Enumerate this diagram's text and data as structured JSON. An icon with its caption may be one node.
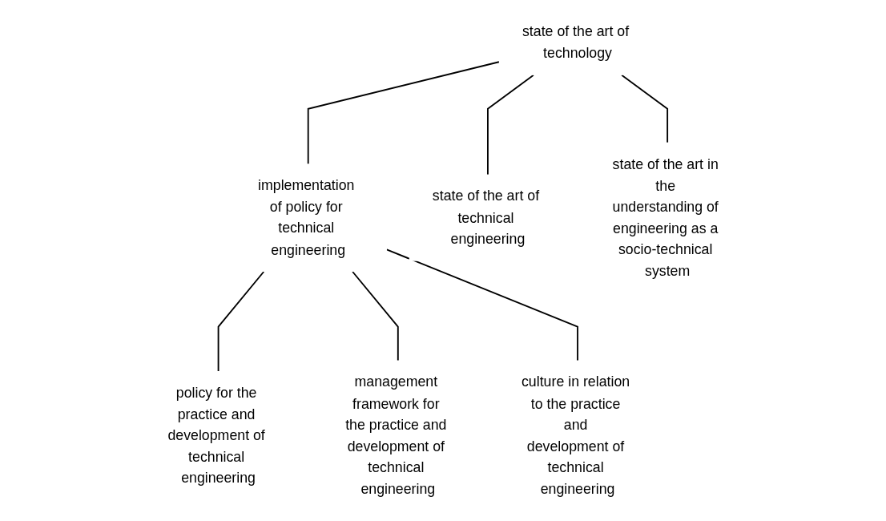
{
  "diagram": {
    "nodes": [
      {
        "text": [
          "state of the art of technology"
        ]
      },
      {
        "text": [
          "implementation of policy for technical engineering"
        ]
      },
      {
        "text": [
          "state of the art of technical engineering"
        ]
      },
      {
        "text": [
          "state of the art in the understanding of engineering as a socio-technical system"
        ]
      },
      {
        "text": [
          "policy for the practice and development of technical engineering"
        ]
      },
      {
        "text": [
          "management framework for the practice and development of technical engineering"
        ]
      },
      {
        "text": [
          "culture in relation to the practice and development of technical engineering"
        ]
      }
    ],
    "edges": [
      {
        "from": 0,
        "to": 1,
        "arrow": "none"
      },
      {
        "from": 0,
        "to": 2,
        "arrow": "none"
      },
      {
        "from": 0,
        "to": 3,
        "arrow": "none"
      },
      {
        "from": 1,
        "to": 4,
        "arrow": "none"
      },
      {
        "from": 1,
        "to": 5,
        "arrow": "none"
      },
      {
        "from": 1,
        "to": 6,
        "arrow": "none"
      }
    ]
  }
}
